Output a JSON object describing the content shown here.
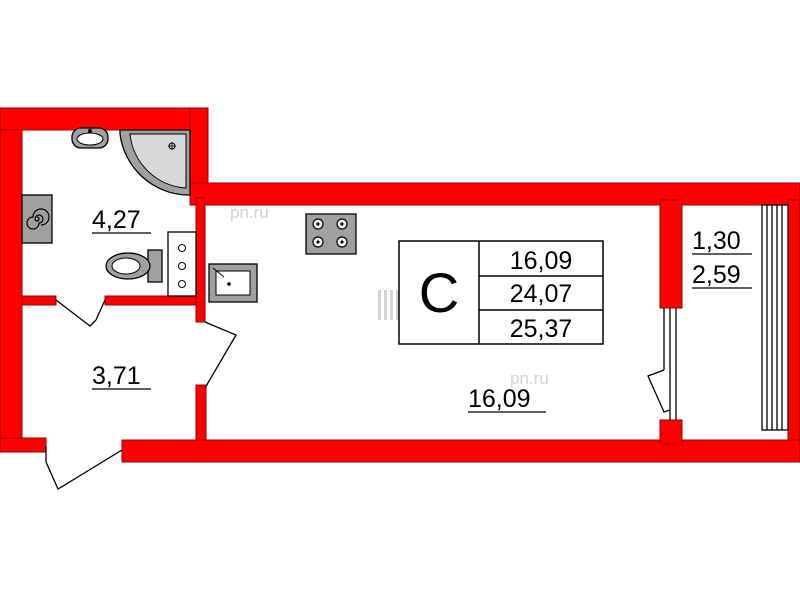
{
  "colors": {
    "wall": "#ff0000",
    "wall_outline": "#9a0000",
    "fixture_fill": "#a0a0a0",
    "fixture_dark": "#6e6e6e",
    "line": "#000000",
    "watermark": "#d4d4d4"
  },
  "apartment": {
    "type_label": "С",
    "living_area": "16,09",
    "total_area": "24,07",
    "total_with_balcony": "25,37"
  },
  "rooms": {
    "bathroom_area": "4,27",
    "hallway_area": "3,71",
    "main_room_area": "16,09",
    "balcony_area": "1,30",
    "balcony_area_full": "2,59"
  },
  "watermarks": {
    "top": "pn.ru",
    "middle": "pn.ru"
  },
  "icons": {
    "wash_basin": "sink-icon",
    "shower": "corner-shower-icon",
    "boiler": "water-heater-icon",
    "toilet": "toilet-icon",
    "stove": "cooktop-icon",
    "kitchen_sink": "kitchen-sink-icon",
    "ventilation": "vent-shaft-icon"
  }
}
